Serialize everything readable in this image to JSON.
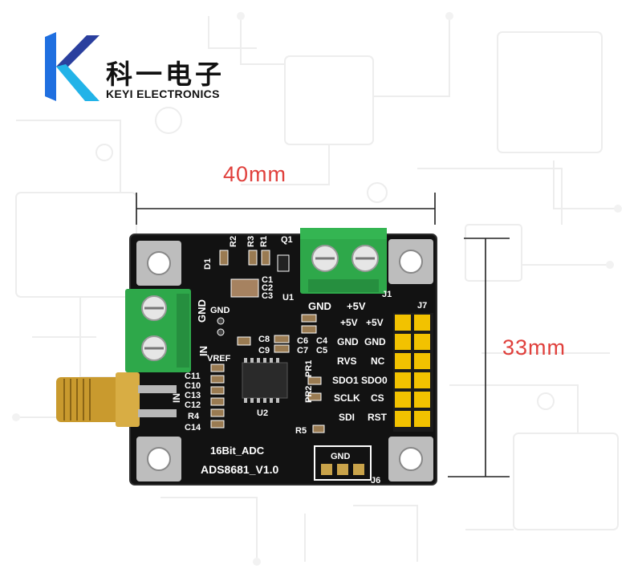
{
  "brand": {
    "name_cn": "科一电子",
    "name_en": "KEYI ELECTRONICS",
    "logo_colors": [
      "#1f6fe0",
      "#2a3f9e",
      "#22b3e8"
    ]
  },
  "dimensions": {
    "width_label": "40mm",
    "height_label": "33mm",
    "label_color": "#e0403c"
  },
  "board": {
    "color": "#111111",
    "silkscreen_color": "#ffffff",
    "terminal_color": "#2ea84a",
    "header_color": "#f2c200",
    "title_line1": "16Bit_ADC",
    "title_line2": "ADS8681_V1.0",
    "top_terminal": {
      "left": "GND",
      "right": "+5V",
      "ref": "J1"
    },
    "side_terminal": {
      "upper": "GND",
      "lower": "IN"
    },
    "sma_label": "IN",
    "header_ref": "J7",
    "gnd_header": {
      "label": "GND",
      "ref": "J6"
    },
    "pin_labels_left": [
      "+5V",
      "GND",
      "RVS",
      "SDO1",
      "SCLK",
      "SDI"
    ],
    "pin_labels_right": [
      "+5V",
      "GND",
      "NC",
      "SDO0",
      "CS",
      "RST"
    ],
    "component_refs": {
      "d1": "D1",
      "r2": "R2",
      "r3": "R3",
      "r1": "R1",
      "q1": "Q1",
      "c1": "C1",
      "c2": "C2",
      "c3": "C3",
      "u1": "U1",
      "gnd": "GND",
      "c8": "C8",
      "c9": "C9",
      "c6": "C6",
      "c7": "C7",
      "c4": "C4",
      "c5": "C5",
      "vref": "VREF",
      "c11": "C11",
      "c10": "C10",
      "c13": "C13",
      "c12": "C12",
      "r4": "R4",
      "c14": "C14",
      "u2": "U2",
      "pr1": "PR1",
      "pr2": "PR2",
      "r5": "R5"
    }
  }
}
